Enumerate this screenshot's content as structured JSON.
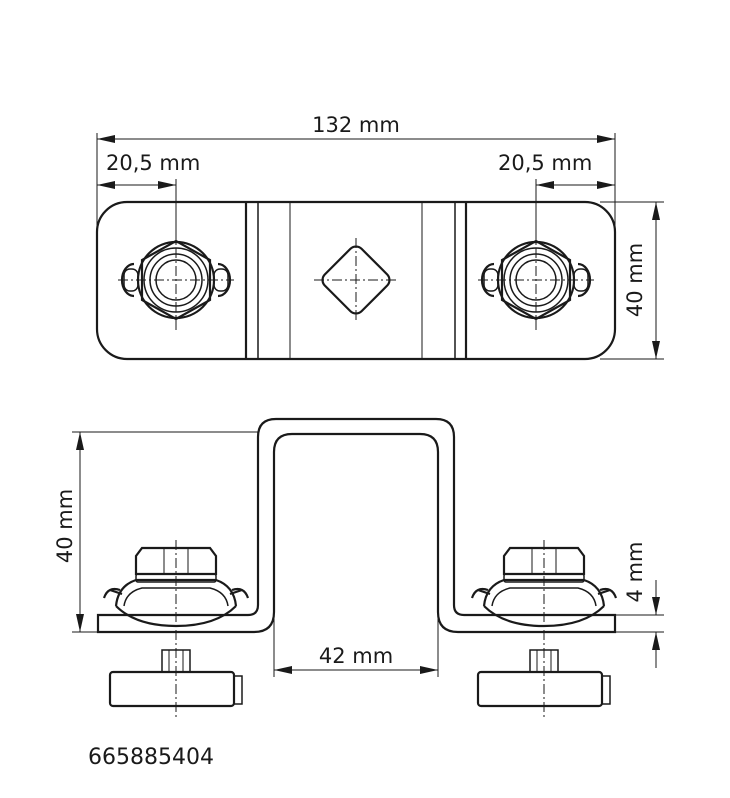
{
  "dimensions": {
    "top_view": {
      "overall_length": "132 mm",
      "left_offset": "20,5 mm",
      "right_offset": "20,5 mm",
      "width": "40 mm"
    },
    "side_view": {
      "height": "40 mm",
      "inner_width": "42 mm",
      "thickness": "4 mm"
    }
  },
  "article_number": "665885404"
}
